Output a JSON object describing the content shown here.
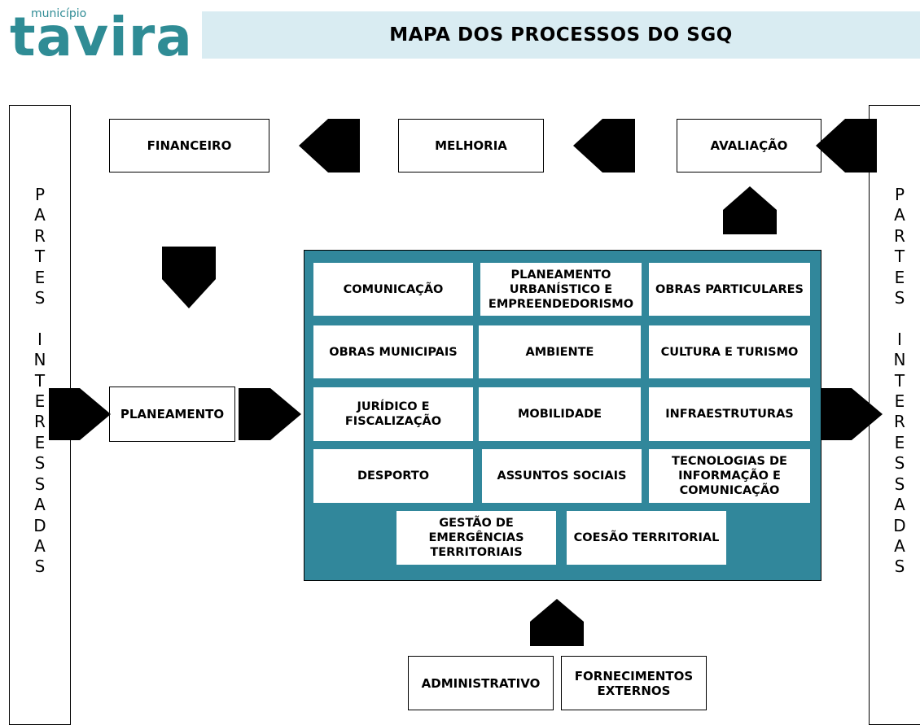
{
  "header": {
    "logo_small": "município",
    "logo_big": "tavira",
    "title": "MAPA DOS PROCESSOS DO SGQ"
  },
  "side_label": "P\nA\nR\nT\nE\nS\n\nI\nN\nT\nE\nR\nE\nS\nS\nA\nD\nA\nS",
  "top_row": {
    "financeiro": "FINANCEIRO",
    "melhoria": "MELHORIA",
    "avaliacao": "AVALIAÇÃO"
  },
  "planeamento": "PLANEAMENTO",
  "core": {
    "comunicacao": "COMUNICAÇÃO",
    "planeamento_urbanistico": "PLANEAMENTO URBANÍSTICO E EMPREENDEDORISMO",
    "obras_particulares": "OBRAS PARTICULARES",
    "obras_municipais": "OBRAS MUNICIPAIS",
    "ambiente": "AMBIENTE",
    "cultura_turismo": "CULTURA E TURISMO",
    "juridico": "JURÍDICO E FISCALIZAÇÃO",
    "mobilidade": "MOBILIDADE",
    "infraestruturas": "INFRAESTRUTURAS",
    "desporto": "DESPORTO",
    "assuntos_sociais": "ASSUNTOS SOCIAIS",
    "tecnologias": "TECNOLOGIAS DE INFORMAÇÃO E COMUNICAÇÃO",
    "gestao_emergencias": "GESTÃO DE EMERGÊNCIAS TERRITORIAIS",
    "coesao": "COESÃO TERRITORIAL"
  },
  "bottom_row": {
    "administrativo": "ADMINISTRATIVO",
    "fornecimentos": "FORNECIMENTOS EXTERNOS"
  },
  "colors": {
    "accent": "#2f8c95",
    "title_bg": "#d9ecf2",
    "core_bg": "#31879b"
  }
}
